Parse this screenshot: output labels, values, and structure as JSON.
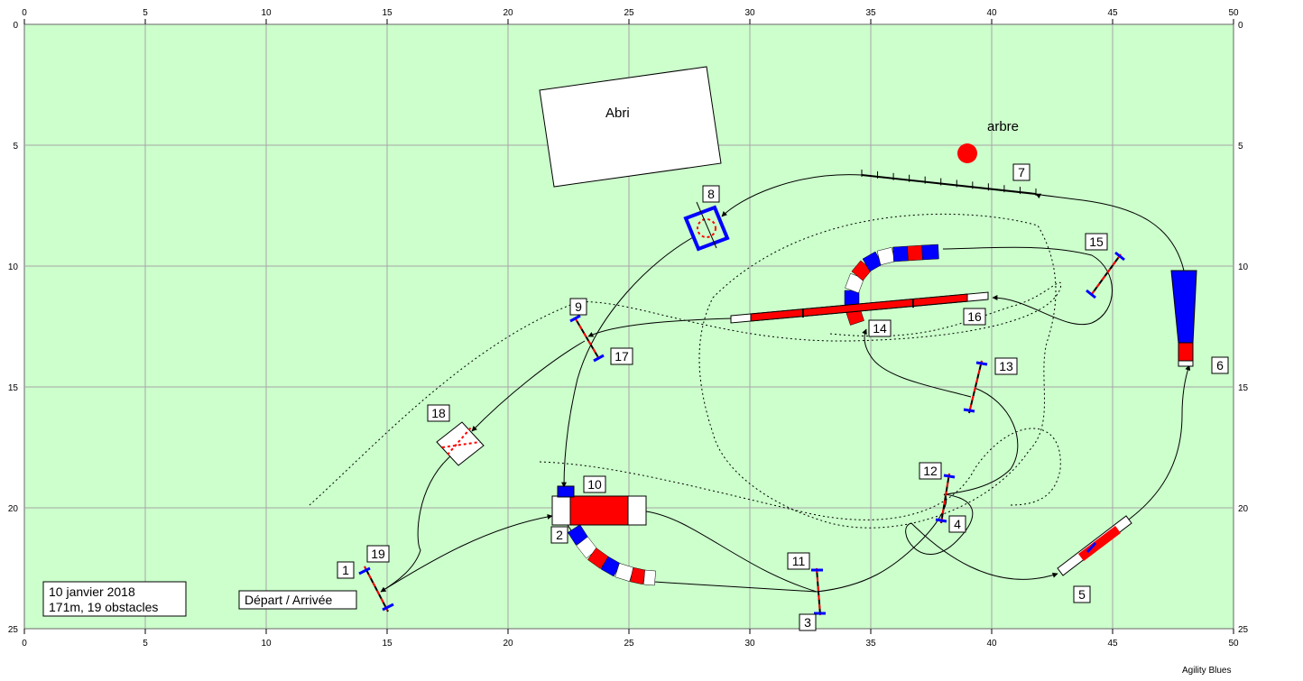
{
  "ruler": {
    "x_ticks": [
      "0",
      "5",
      "10",
      "15",
      "20",
      "25",
      "30",
      "35",
      "40",
      "45",
      "50"
    ],
    "y_ticks": [
      "0",
      "5",
      "10",
      "15",
      "20",
      "25"
    ]
  },
  "labels": {
    "shelter": "Abri",
    "tree": "arbre",
    "start_finish": "Départ / Arrivée",
    "info_line1": "10 janvier 2018",
    "info_line2": "171m, 19 obstacles",
    "brand": "Agility Blues"
  },
  "obstacle_numbers": [
    "1",
    "2",
    "3",
    "4",
    "5",
    "6",
    "7",
    "8",
    "9",
    "10",
    "11",
    "12",
    "13",
    "14",
    "15",
    "16",
    "17",
    "18",
    "19"
  ],
  "colors": {
    "field": "#ccffcc",
    "tunnel_red": "#ff0000",
    "tunnel_blue": "#0000ff",
    "tree": "#ff0000"
  }
}
